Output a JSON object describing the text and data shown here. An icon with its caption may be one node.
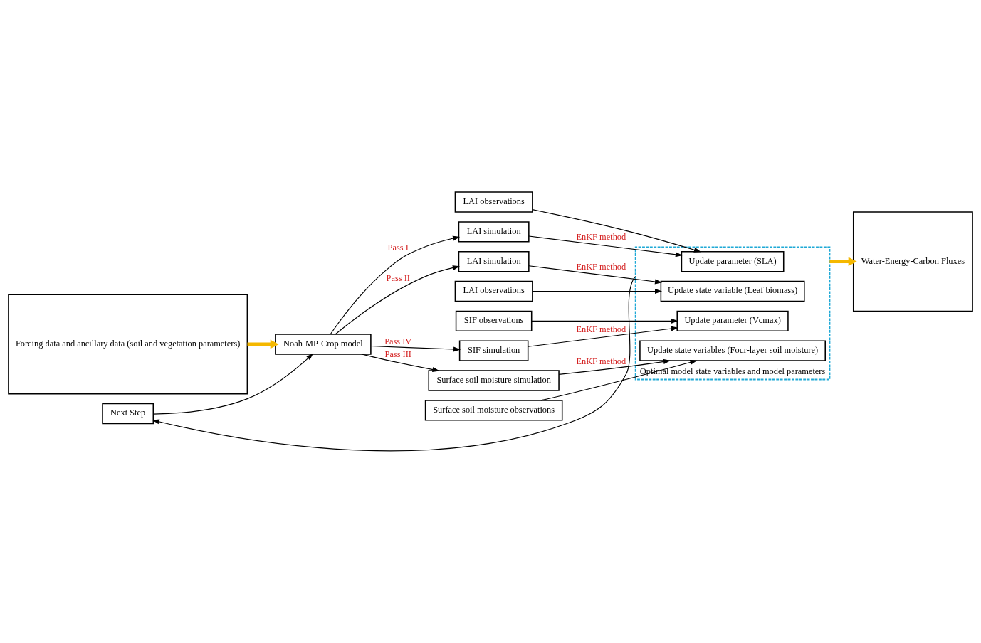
{
  "diagram": {
    "nodes": [
      {
        "text": [
          "Forcing data and ancillary data (soil and vegetation parameters)"
        ]
      },
      {
        "text": [
          "Noah-MP-Crop model"
        ]
      },
      {
        "text": [
          "Next Step"
        ]
      },
      {
        "text": [
          "LAI simulation"
        ]
      },
      {
        "text": [
          "LAI observations"
        ]
      },
      {
        "text": [
          "LAI simulation"
        ]
      },
      {
        "text": [
          "LAI observations"
        ]
      },
      {
        "text": [
          "Surface soil moisture simulation"
        ]
      },
      {
        "text": [
          "Surface soil moisture observations"
        ]
      },
      {
        "text": [
          "SIF simulation"
        ]
      },
      {
        "text": [
          "SIF observations"
        ]
      },
      {
        "text": [
          "Optimal model state variables and model parameters"
        ]
      },
      {
        "text": [
          "Update parameter (SLA)"
        ],
        "in": 11
      },
      {
        "text": [
          "Update state variable (Leaf biomass)"
        ],
        "in": 11
      },
      {
        "text": [
          "Update state variables (Four-layer soil moisture)"
        ],
        "in": 11
      },
      {
        "text": [
          "Update parameter (Vcmax)"
        ],
        "in": 11
      },
      {
        "text": [
          "Water-Energy-Carbon Fluxes"
        ]
      }
    ],
    "edges": [
      {
        "from": 0,
        "to": 1,
        "arrow": "to",
        "style": "thick",
        "color": "#f5b800"
      },
      {
        "from": 1,
        "to": 3,
        "arrow": "to",
        "label": "Pass I"
      },
      {
        "from": 1,
        "to": 5,
        "arrow": "to",
        "label": "Pass II"
      },
      {
        "from": 1,
        "to": 7,
        "arrow": "to",
        "label": "Pass III"
      },
      {
        "from": 1,
        "to": 9,
        "arrow": "to",
        "label": "Pass IV"
      },
      {
        "from": 3,
        "to": 12,
        "arrow": "to",
        "label": "EnKF method"
      },
      {
        "from": 4,
        "to": 12,
        "arrow": "to"
      },
      {
        "from": 5,
        "to": 13,
        "arrow": "to",
        "label": "EnKF method"
      },
      {
        "from": 6,
        "to": 13,
        "arrow": "to"
      },
      {
        "from": 7,
        "to": 14,
        "arrow": "to",
        "label": "EnKF method"
      },
      {
        "from": 8,
        "to": 14,
        "arrow": "to"
      },
      {
        "from": 9,
        "to": 15,
        "arrow": "to",
        "label": "EnKF method"
      },
      {
        "from": 10,
        "to": 15,
        "arrow": "to"
      },
      {
        "from": 11,
        "to": 2,
        "arrow": "to"
      },
      {
        "from": 2,
        "to": 1,
        "arrow": "to"
      },
      {
        "from": 11,
        "to": 16,
        "arrow": "to",
        "style": "thick",
        "color": "#f5b800"
      }
    ]
  }
}
